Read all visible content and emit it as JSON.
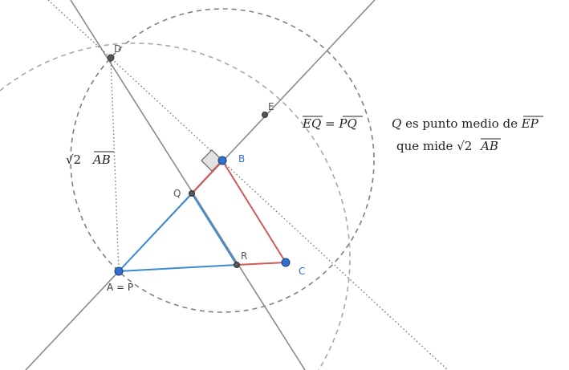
{
  "labels": {
    "D": "D",
    "E": "E",
    "B": "B",
    "Q": "Q",
    "R": "R",
    "C": "C",
    "AP": "A = P"
  },
  "annotations": {
    "sqrt_ab": {
      "prefix": "√2",
      "segment": "AB"
    },
    "eq_pq": {
      "left": "EQ",
      "eq": " = ",
      "right": "PQ"
    },
    "q_line1": {
      "var": "Q",
      "text": " es punto medio de ",
      "segment": "EP"
    },
    "q_line2": {
      "text": "que mide ",
      "radical": "√2",
      "segment": "AB"
    }
  },
  "colors": {
    "line": "#8a8a8a",
    "dashed_circle": "#808080",
    "dashed_arc": "#a8a8a8",
    "dotted": "#777777",
    "red": "#d05a5a",
    "blue": "#3a8ad6",
    "point_blue": "#2f6fce",
    "point_dark": "#555555",
    "label_blue": "#2f6fce",
    "label_gray": "#555555"
  }
}
